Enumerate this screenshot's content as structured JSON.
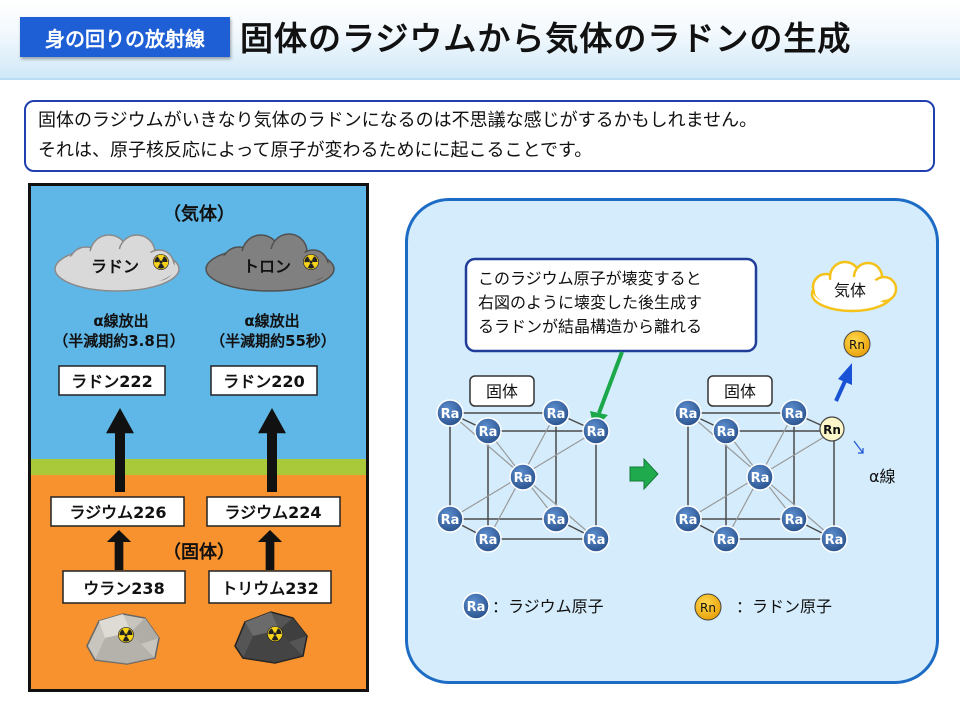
{
  "header": {
    "tag": "身の回りの放射線",
    "title": "固体のラジウムから気体のラドンの生成"
  },
  "intro": {
    "line1": "固体のラジウムがいきなり気体のラドンになるのは不思議な感じがするかもしれません。",
    "line2": "それは、原子核反応によって原子が変わるためにに起こることです。"
  },
  "left": {
    "gas_label": "（気体）",
    "solid_label": "（固体）",
    "cloud_radon": "ラドン",
    "cloud_thoron": "トロン",
    "emit_radon_1": "α線放出",
    "emit_radon_2": "（半減期約3.8日）",
    "emit_thoron_1": "α線放出",
    "emit_thoron_2": "（半減期約55秒）",
    "box_rn222": "ラドン222",
    "box_rn220": "ラドン220",
    "box_ra226": "ラジウム226",
    "box_ra224": "ラジウム224",
    "box_u238": "ウラン238",
    "box_th232": "トリウム232",
    "colors": {
      "sky": "#5fb7e8",
      "grass": "#a9c93a",
      "ground": "#f7922e"
    }
  },
  "right": {
    "callout_1": "このラジウム原子が壊変すると",
    "callout_2": "右図のように壊変した後生成す",
    "callout_3": "るラドンが結晶構造から離れる",
    "solid_left": "固体",
    "solid_right": "固体",
    "gas": "気体",
    "ra": "Ra",
    "rn": "Rn",
    "alpha": "α線",
    "legend_ra": "：ラジウム原子",
    "legend_rn": "：ラドン原子",
    "colors": {
      "ra_atom": "#2e5c9e",
      "rn_atom": "#f2b318",
      "arrow": "#1a52d6",
      "callout_arrow": "#1aa84a"
    }
  },
  "icons": [
    "radiation-icon",
    "cloud-icon",
    "rock-icon",
    "arrow-up-icon",
    "arrow-right-icon"
  ]
}
